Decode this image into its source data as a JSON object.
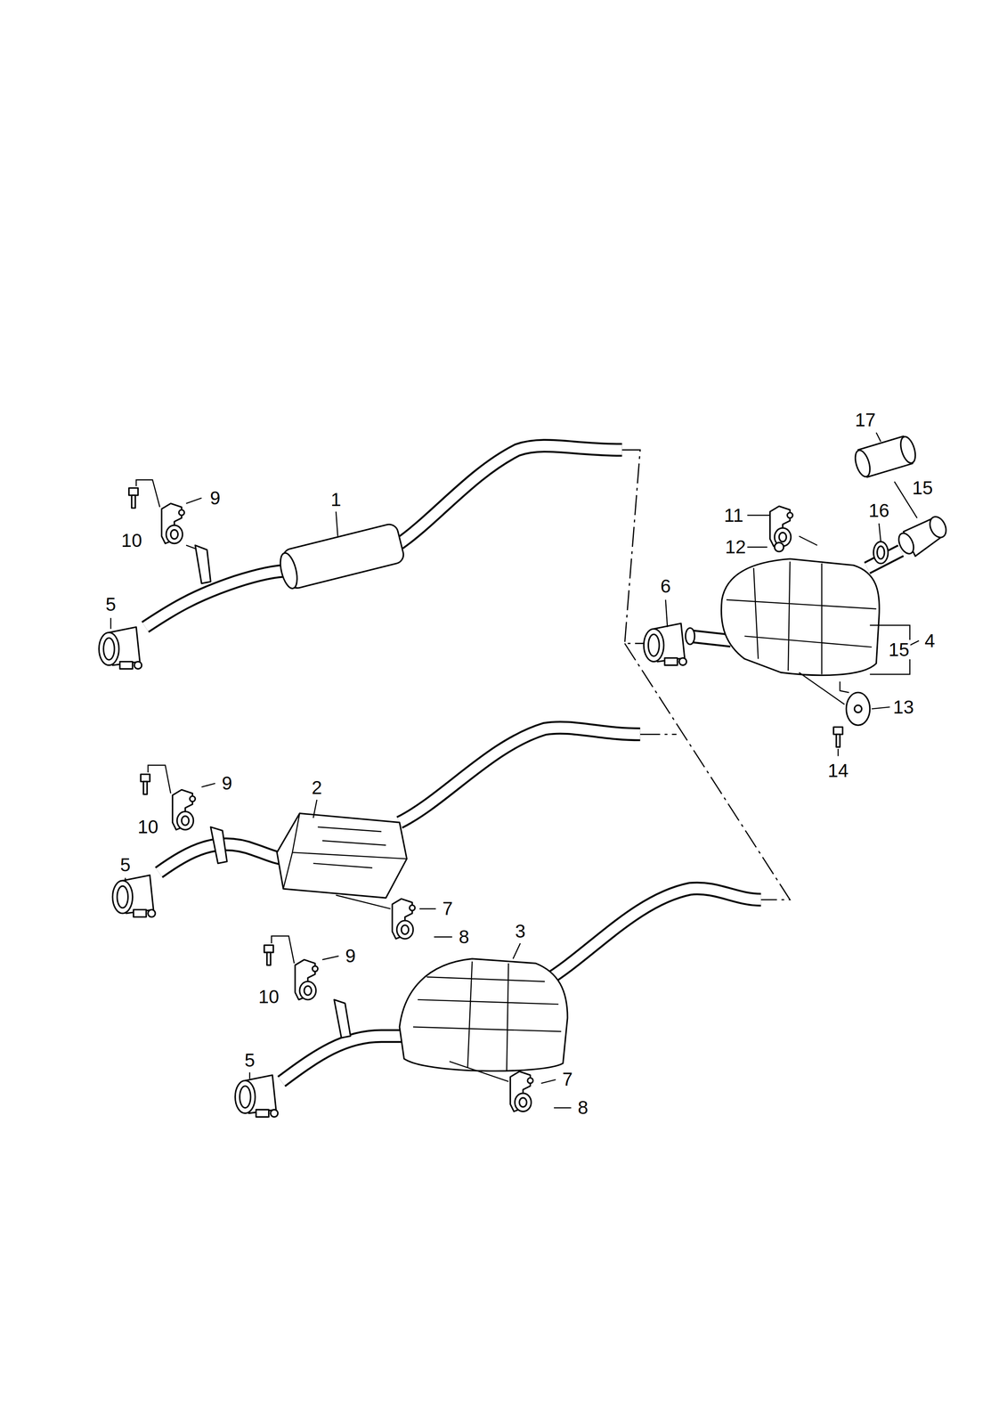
{
  "diagram": {
    "labels": [
      "17",
      "9",
      "1",
      "15",
      "11",
      "16",
      "10",
      "12",
      "6",
      "5",
      "4",
      "15",
      "13",
      "14",
      "9",
      "2",
      "10",
      "5",
      "7",
      "3",
      "8",
      "9",
      "10",
      "5",
      "7",
      "8"
    ]
  }
}
